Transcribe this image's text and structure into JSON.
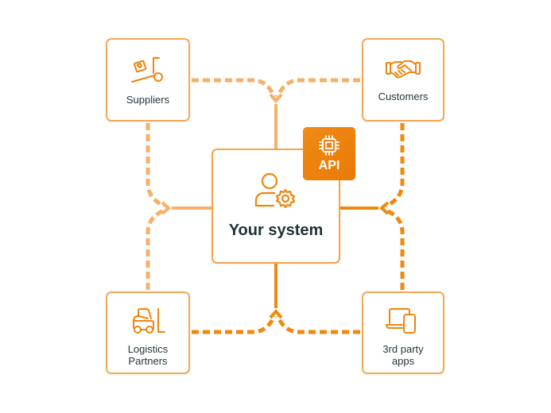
{
  "diagram": {
    "center": {
      "label": "Your system",
      "icon": "user-gear-icon"
    },
    "api_badge": {
      "label": "API",
      "icon": "chip-icon"
    },
    "nodes": {
      "suppliers": {
        "label": "Suppliers",
        "icon": "hand-truck-icon"
      },
      "customers": {
        "label": "Customers",
        "icon": "handshake-icon"
      },
      "logistics": {
        "label": "Logistics Partners",
        "label_lines": [
          "Logistics",
          "Partners"
        ],
        "icon": "forklift-icon"
      },
      "third_party": {
        "label": "3rd party apps",
        "label_lines": [
          "3rd party",
          "apps"
        ],
        "icon": "devices-icon"
      }
    },
    "colors": {
      "accent": "#f0850f",
      "border": "#f5a855",
      "connector_dashed": "#f6b067",
      "connector_solid": "#f39a3a",
      "text": "#24373c",
      "api_badge": "#ec7f0b"
    }
  }
}
